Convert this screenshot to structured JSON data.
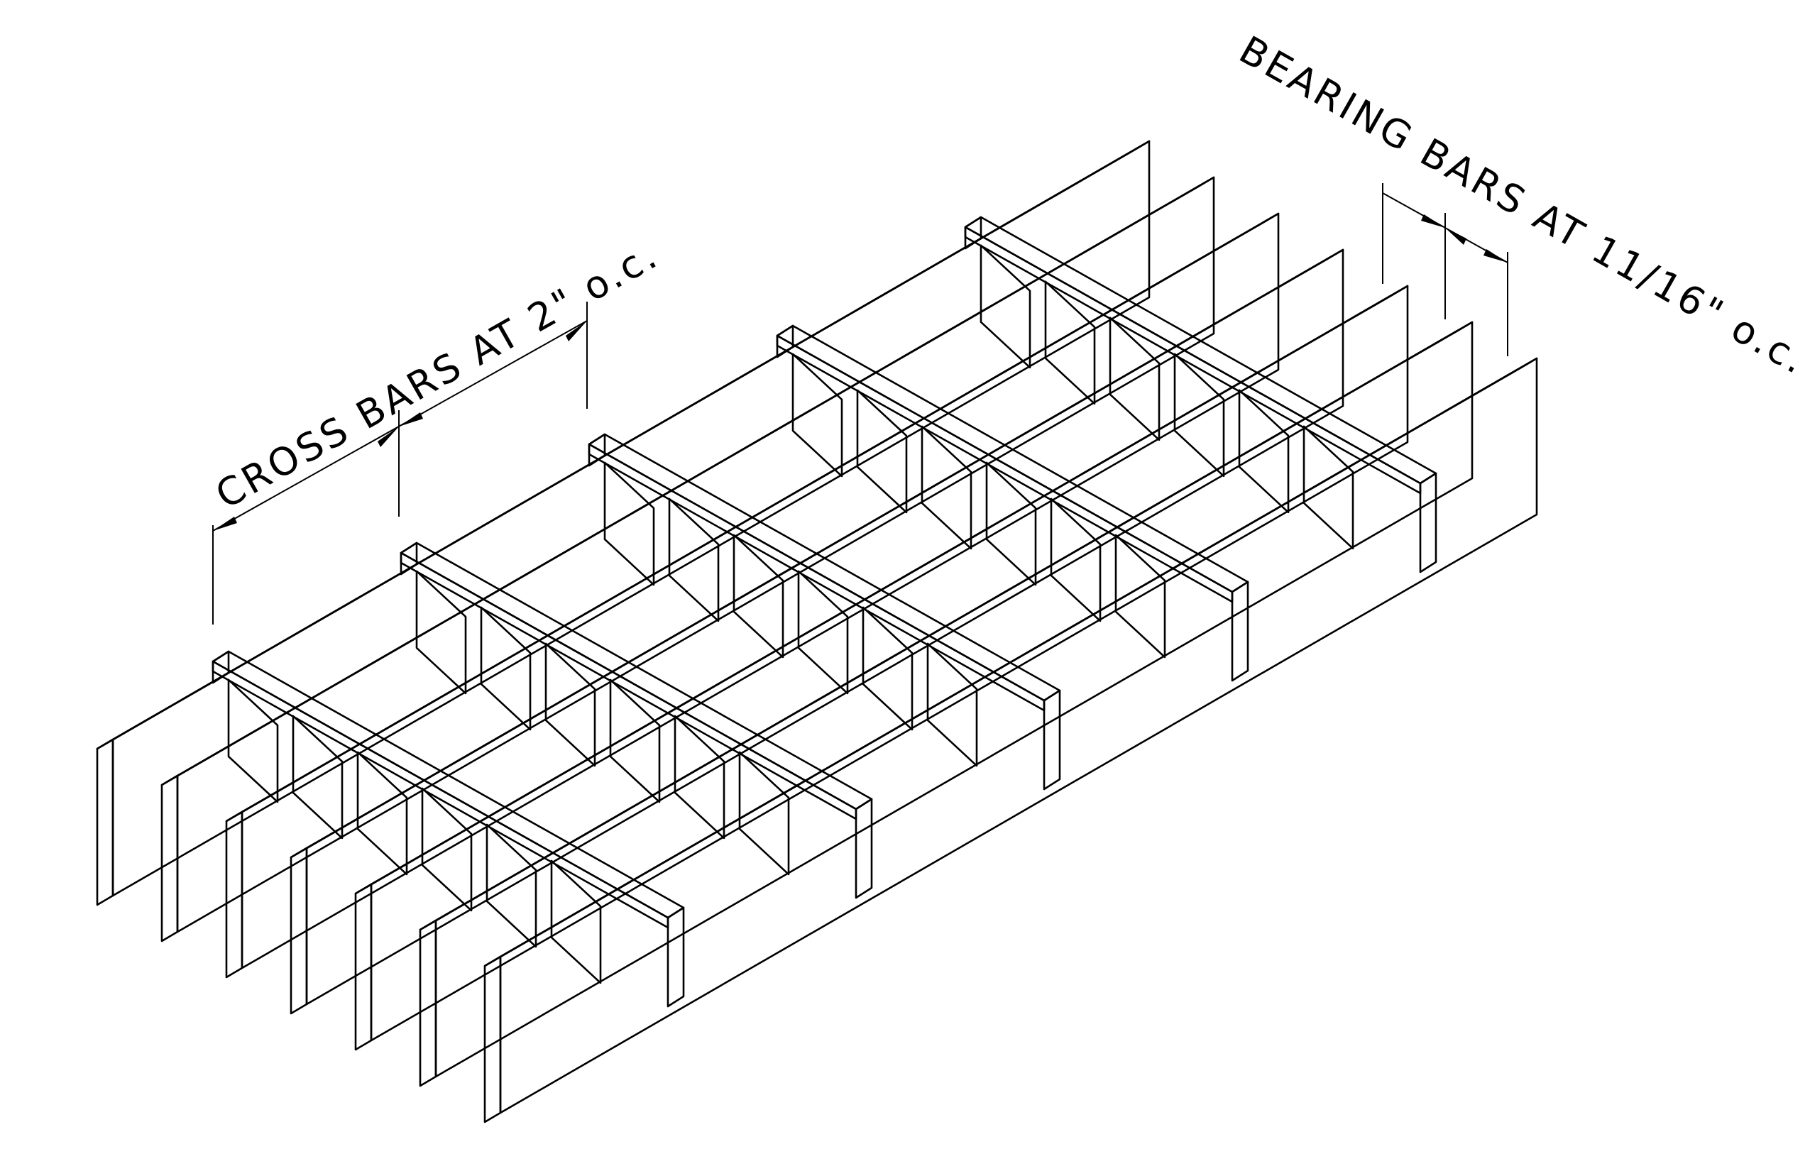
{
  "labels": {
    "cross_bars": "CROSS BARS AT 2\" o.c.",
    "bearing_bars": "BEARING BARS AT 11/16\" o.c."
  },
  "drawing": {
    "subject": "grating",
    "bearing_bar_count": 7,
    "cross_bar_count": 5,
    "line_color": "#000000",
    "background_color": "#ffffff",
    "hatch_style": "vertical-lines"
  }
}
